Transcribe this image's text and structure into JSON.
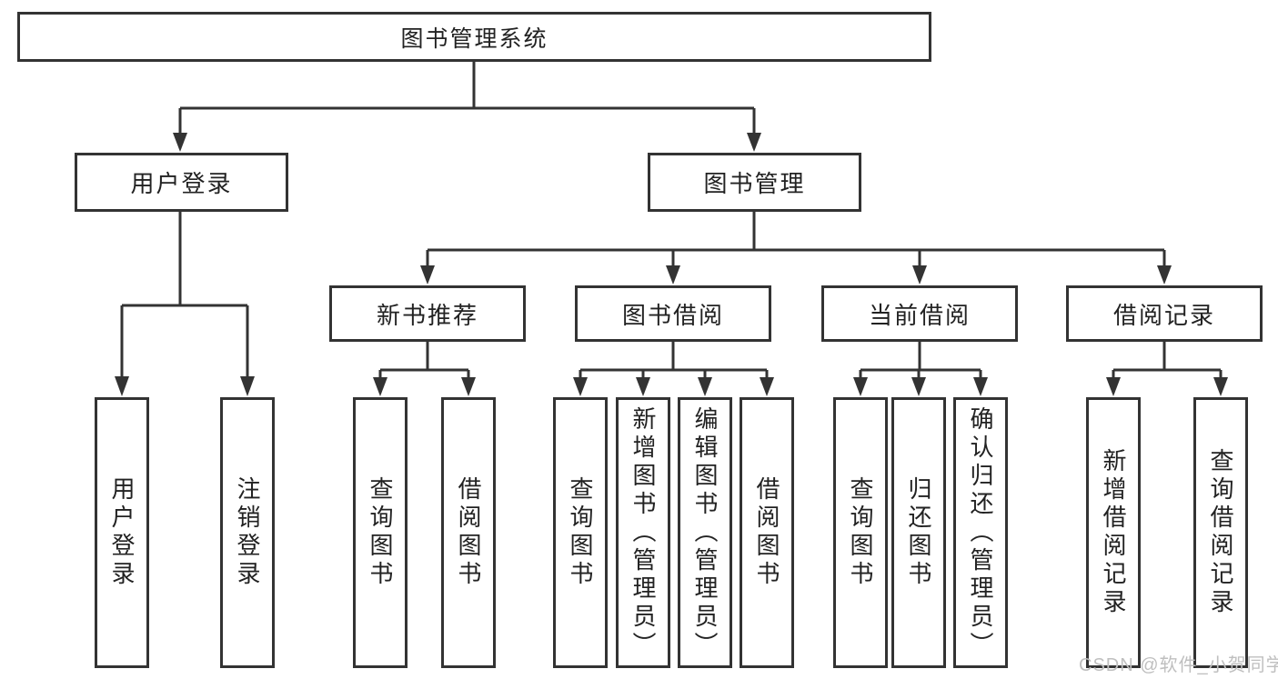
{
  "tree": {
    "root": {
      "label": "图书管理系统"
    },
    "branches": [
      {
        "label": "用户登录",
        "children": [
          "用户登录",
          "注销登录"
        ]
      },
      {
        "label": "图书管理",
        "groups": [
          {
            "label": "新书推荐",
            "children": [
              "查询图书",
              "借阅图书"
            ]
          },
          {
            "label": "图书借阅",
            "children": [
              "查询图书",
              "新增图书（管理员）",
              "编辑图书（管理员）",
              "借阅图书"
            ]
          },
          {
            "label": "当前借阅",
            "children": [
              "查询图书",
              "归还图书",
              "确认归还（管理员）"
            ]
          },
          {
            "label": "借阅记录",
            "children": [
              "新增借阅记录",
              "查询借阅记录"
            ]
          }
        ]
      }
    ]
  },
  "watermark": {
    "text": "CSDN @软件_小贺同学"
  },
  "colors": {
    "line": "#333333",
    "box_border": "#333333",
    "text": "#222222",
    "background": "#ffffff",
    "watermark": "#bfbfbf"
  }
}
